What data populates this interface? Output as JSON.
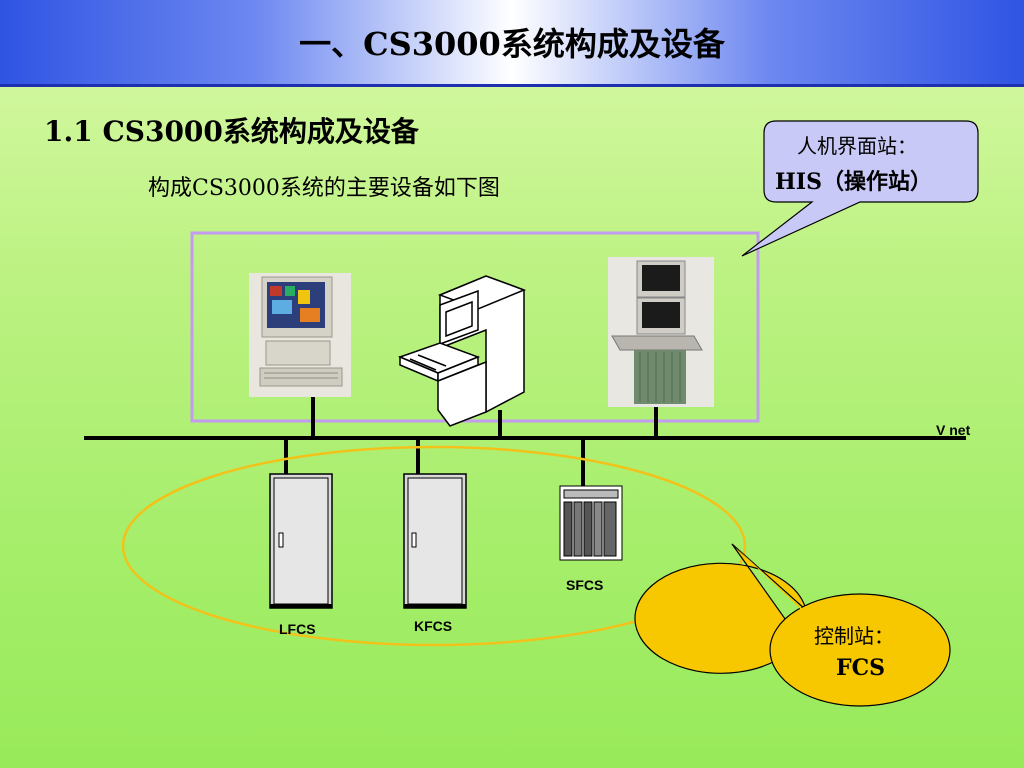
{
  "header": {
    "title": "一、CS3000系统构成及设备"
  },
  "section": {
    "heading": "1.1  CS3000系统构成及设备",
    "subtitle": "构成CS3000系统的主要设备如下图"
  },
  "network": {
    "label": "V net"
  },
  "callouts": {
    "his": {
      "line1": "人机界面站：",
      "line2": "HIS（操作站）"
    },
    "fcs": {
      "line1": "控制站：",
      "line2": "FCS"
    }
  },
  "devices": {
    "lfcs": "LFCS",
    "kfcs": "KFCS",
    "sfcs": "SFCS"
  },
  "colors": {
    "his_box_border": "#c39bf0",
    "his_callout_fill": "#c9c9f7",
    "fcs_ellipse": "#f2c21a",
    "fcs_callout_fill": "#f7c800"
  }
}
